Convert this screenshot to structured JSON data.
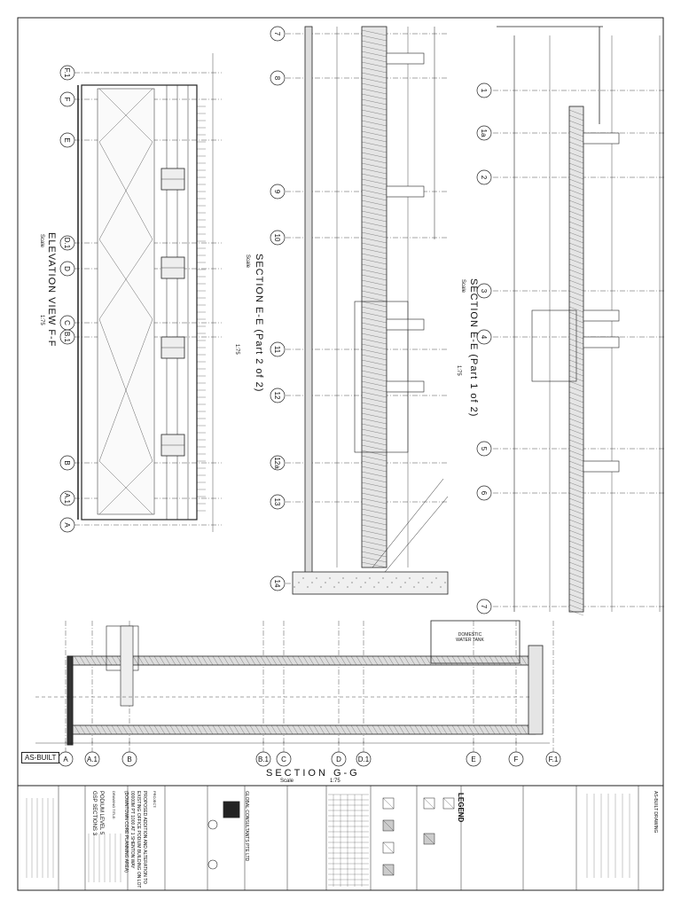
{
  "sheet": {
    "stamp": "AS-BUILT"
  },
  "views": {
    "elevation_ff": {
      "title": "ELEVATION VIEW  F-F",
      "scale_label": "Scale",
      "scale_value": "1:75"
    },
    "section_ee_part2": {
      "title": "SECTION  E-E (Part 2 of 2)",
      "scale_label": "Scale",
      "scale_value": "1:75"
    },
    "section_ee_part1": {
      "title": "SECTION  E-E (Part 1 of 2)",
      "scale_label": "Scale",
      "scale_value": "1:75"
    },
    "section_gg": {
      "title": "SECTION  G-G",
      "scale_label": "Scale",
      "scale_value": "1:75"
    }
  },
  "gridlines": {
    "elevation_ff": [
      "F.1",
      "F",
      "E",
      "D.1",
      "D",
      "C",
      "B.1",
      "B",
      "A.1",
      "A"
    ],
    "section_ee_part2": [
      "7",
      "8",
      "9",
      "10",
      "11",
      "12",
      "12a",
      "13",
      "14"
    ],
    "section_ee_part1": [
      "1",
      "1a",
      "2",
      "3",
      "4",
      "5",
      "6",
      "7"
    ],
    "section_gg": [
      "A",
      "A.1",
      "B",
      "B.1",
      "C",
      "D",
      "D.1",
      "E",
      "F",
      "F.1"
    ]
  },
  "annotations": {
    "domestic_water_tank": "DOMESTIC WATER TANK"
  },
  "title_block": {
    "legend_title": "LEGEND",
    "project_label": "PROJECT:",
    "project": "PROPOSED ADDITION AND ALTERATION TO EXISTING OFFICE PODIUM BUILDING ON LOT 00000M PT 1000 AT 1 SHENTON WAY (DOWNTOWN CORE PLANNING AREA)",
    "drawing_title_label": "DRAWING TITLE:",
    "drawing_title": "PODIUM LEVEL 5 GSP SECTIONS 3",
    "consultant_firm": "GLOBAL CONSULTANTS PTE LTD",
    "approval_note": "AS-BUILT DRAWING"
  }
}
